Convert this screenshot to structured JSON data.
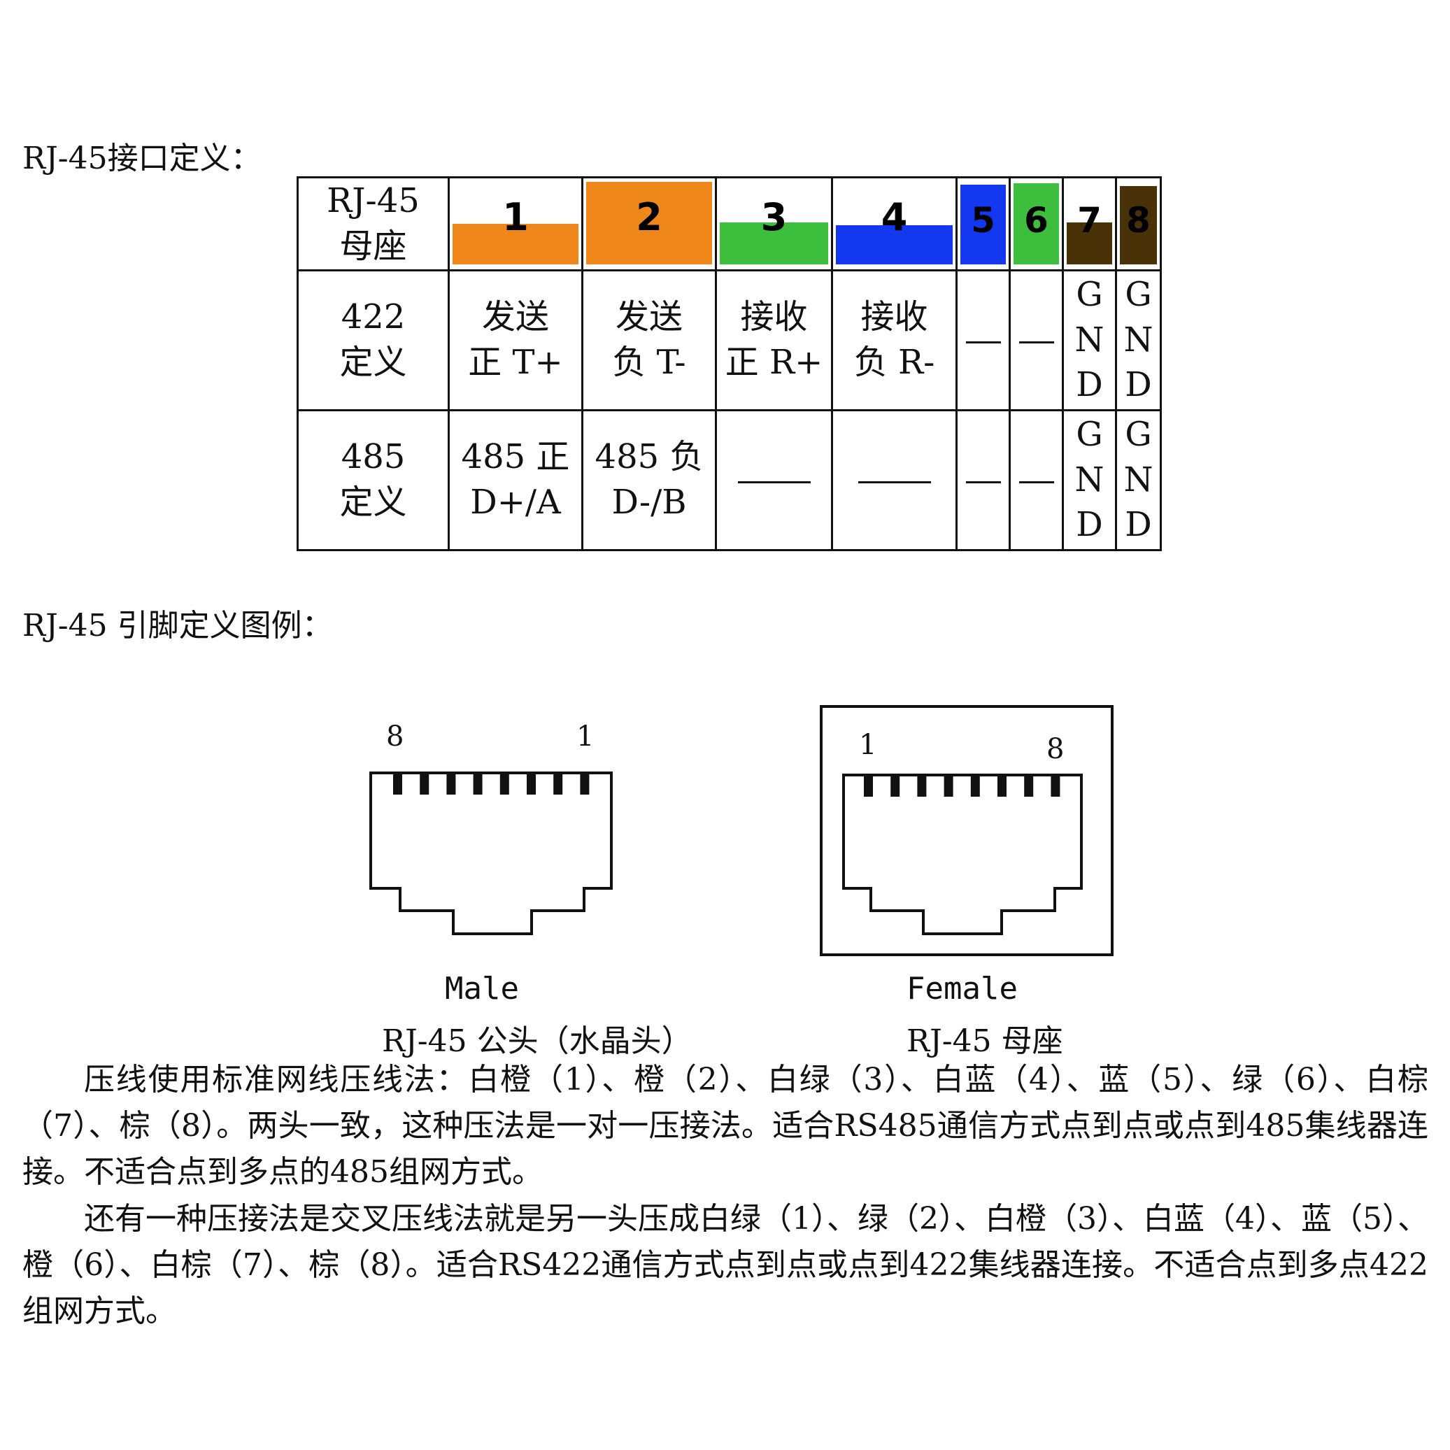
{
  "headings": {
    "interface_def": "RJ-45接口定义：",
    "pin_legend": "RJ-45 引脚定义图例："
  },
  "table": {
    "header_label": [
      "RJ-45",
      "母座"
    ],
    "row_422_label": [
      "422",
      "定义"
    ],
    "row_485_label": [
      "485",
      "定义"
    ],
    "pins": [
      {
        "num": "1",
        "color": "#F0871A",
        "r422": [
          "发送",
          "正 T+"
        ],
        "r485": [
          "485 正",
          "D+/A"
        ]
      },
      {
        "num": "2",
        "color": "#F0871A",
        "r422": [
          "发送",
          "负 T-"
        ],
        "r485": [
          "485 负",
          "D-/B"
        ]
      },
      {
        "num": "3",
        "color": "#3DBE3D",
        "r422": [
          "接收",
          "正 R+"
        ],
        "r485": []
      },
      {
        "num": "4",
        "color": "#1437F0",
        "r422": [
          "接收",
          "负 R-"
        ],
        "r485": []
      },
      {
        "num": "5",
        "color": "#1437F0",
        "r422": [],
        "r485": []
      },
      {
        "num": "6",
        "color": "#3DBE3D",
        "r422": [],
        "r485": []
      },
      {
        "num": "7",
        "color": "#4A3208",
        "r422": [
          "G",
          "N",
          "D"
        ],
        "r485": [
          "G",
          "N",
          "D"
        ]
      },
      {
        "num": "8",
        "color": "#4A3208",
        "r422": [
          "G",
          "N",
          "D"
        ],
        "r485": [
          "G",
          "N",
          "D"
        ]
      }
    ]
  },
  "diagrams": {
    "male": {
      "left_pin": "8",
      "right_pin": "1",
      "caption_en": "Male",
      "caption_cn": "RJ-45 公头（水晶头）"
    },
    "female": {
      "left_pin": "1",
      "right_pin": "8",
      "caption_en": "Female",
      "caption_cn": "RJ-45 母座"
    }
  },
  "paragraphs": [
    "压线使用标准网线压线法：白橙（1）、橙（2）、白绿（3）、白蓝（4）、蓝（5）、绿（6）、白棕（7）、棕（8）。两头一致，这种压法是一对一压接法。适合RS485通信方式点到点或点到485集线器连接。不适合点到多点的485组网方式。",
    "还有一种压接法是交叉压线法就是另一头压成白绿（1）、绿（2）、白橙（3）、白蓝（4）、蓝（5）、橙（6）、白棕（7）、棕（8）。适合RS422通信方式点到点或点到422集线器连接。不适合点到多点422组网方式。"
  ]
}
